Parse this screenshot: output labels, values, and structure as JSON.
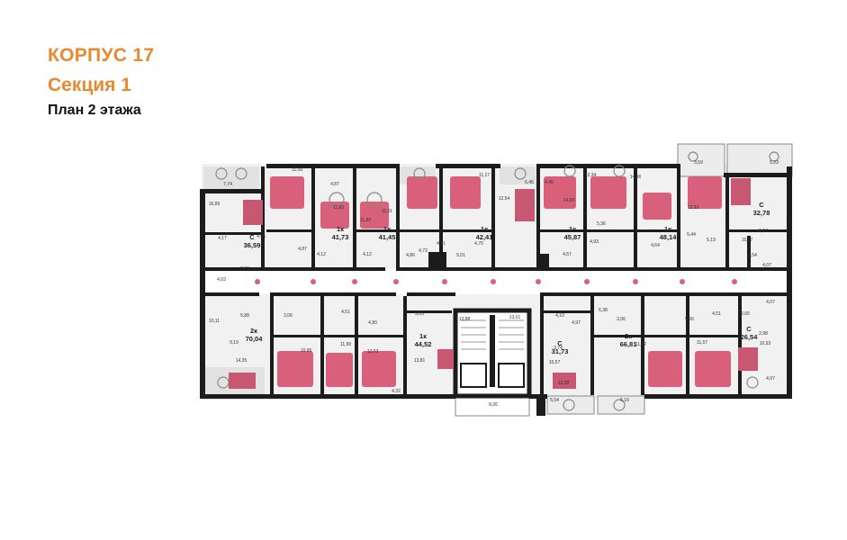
{
  "header": {
    "building": "КОРПУС 17",
    "section": "Секция 1",
    "plan": "План 2 этажа"
  },
  "colors": {
    "accent": "#e8892e",
    "walls": "#1c1c1c",
    "furniture_accent": "#d8607a",
    "floor": "#f1f1f1",
    "balcony": "#e2e2e2"
  },
  "apartments": [
    {
      "type": "С",
      "area": "36,59"
    },
    {
      "type": "1к",
      "area": "41,73"
    },
    {
      "type": "1к",
      "area": "41,45"
    },
    {
      "type": "1к",
      "area": "42,41"
    },
    {
      "type": "1к",
      "area": "45,87"
    },
    {
      "type": "1к",
      "area": "48,14"
    },
    {
      "type": "С",
      "area": "32,78"
    },
    {
      "type": "2к",
      "area": "70,04"
    },
    {
      "type": "1к",
      "area": "44,52"
    },
    {
      "type": "С",
      "area": "31,73"
    },
    {
      "type": "2к",
      "area": "66,81"
    },
    {
      "type": "С",
      "area": "26,54"
    }
  ],
  "room_areas": {
    "top": [
      "7,74",
      "11,09",
      "4,87",
      "11,01",
      "11,17",
      "12,54",
      "6,45",
      "4,45",
      "14,00",
      "12,34",
      "14,96",
      "12,32",
      "3,59",
      "5,23",
      "16,89",
      "4,17",
      "3,76",
      "4,03",
      "4,95",
      "4,87",
      "4,12",
      "11,83",
      "11,82",
      "4,12",
      "4,86",
      "4,73",
      "4,71",
      "5,01",
      "4,75",
      "4,93",
      "5,36",
      "4,57",
      "4,64",
      "5,44",
      "5,19",
      "15,77",
      "5,17",
      "2,54",
      "4,07"
    ],
    "bottom": [
      "10,11",
      "5,88",
      "3,06",
      "4,51",
      "4,80",
      "5,03",
      "13,88",
      "13,01",
      "4,10",
      "4,97",
      "6,38",
      "3,06",
      "9,56",
      "4,51",
      "2,65",
      "4,07",
      "9,19",
      "10,95",
      "11,99",
      "12,03",
      "13,81",
      "4,32",
      "3,74",
      "15,57",
      "11,02",
      "11,57",
      "2,98",
      "10,93",
      "14,35",
      "13,38",
      "5,54",
      "5,16",
      "8,26",
      "4,97"
    ]
  }
}
